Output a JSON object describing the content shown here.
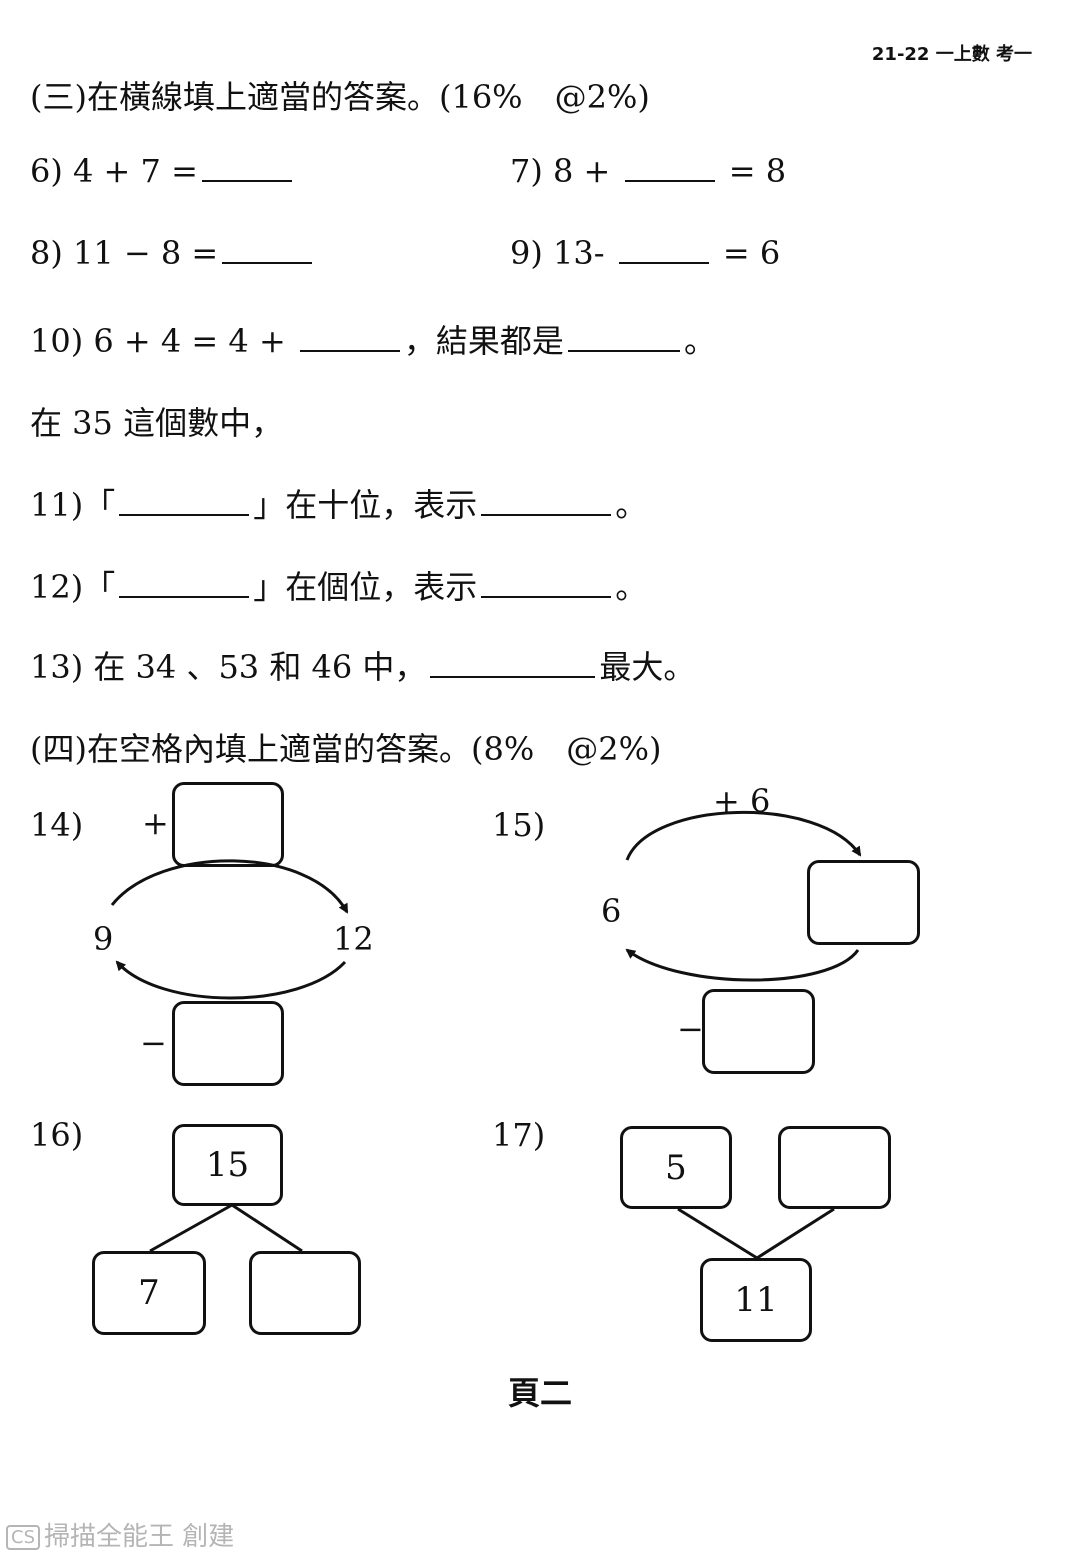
{
  "header": {
    "tag": "21-22 一上數 考一"
  },
  "section3": {
    "title": "(三)在橫線填上適當的答案。(16%　@2%)",
    "q6": {
      "num": "6)",
      "expr": "4 + 7 ="
    },
    "q7": {
      "num": "7)",
      "left": "8 +",
      "right": "= 8"
    },
    "q8": {
      "num": "8)",
      "expr": "11 − 8 ="
    },
    "q9": {
      "num": "9)",
      "left": "13-",
      "right": "= 6"
    },
    "q10": {
      "num": "10)",
      "left": "6 + 4 = 4 +",
      "mid": "，結果都是",
      "end": "。"
    },
    "intro": "在 35 這個數中，",
    "q11": {
      "num": "11)",
      "open": "「",
      "close": "」在十位，表示",
      "end": "。"
    },
    "q12": {
      "num": "12)",
      "open": "「",
      "close": "」在個位，表示",
      "end": "。"
    },
    "q13": {
      "num": "13)",
      "left": "在 34 、53 和 46 中，",
      "end": "最大。"
    }
  },
  "section4": {
    "title": "(四)在空格內填上適當的答案。(8%　@2%)",
    "q14": {
      "num": "14)",
      "plus": "+",
      "minus": "−",
      "left_value": "9",
      "right_value": "12"
    },
    "q15": {
      "num": "15)",
      "top_label": "+ 6",
      "left_value": "6",
      "minus": "−"
    },
    "q16": {
      "num": "16)",
      "top": "15",
      "left": "7",
      "right": ""
    },
    "q17": {
      "num": "17)",
      "left": "5",
      "right": "",
      "bottom": "11"
    }
  },
  "footer": {
    "page": "頁二"
  },
  "watermark": {
    "logo": "CS",
    "text": "掃描全能王 創建"
  }
}
